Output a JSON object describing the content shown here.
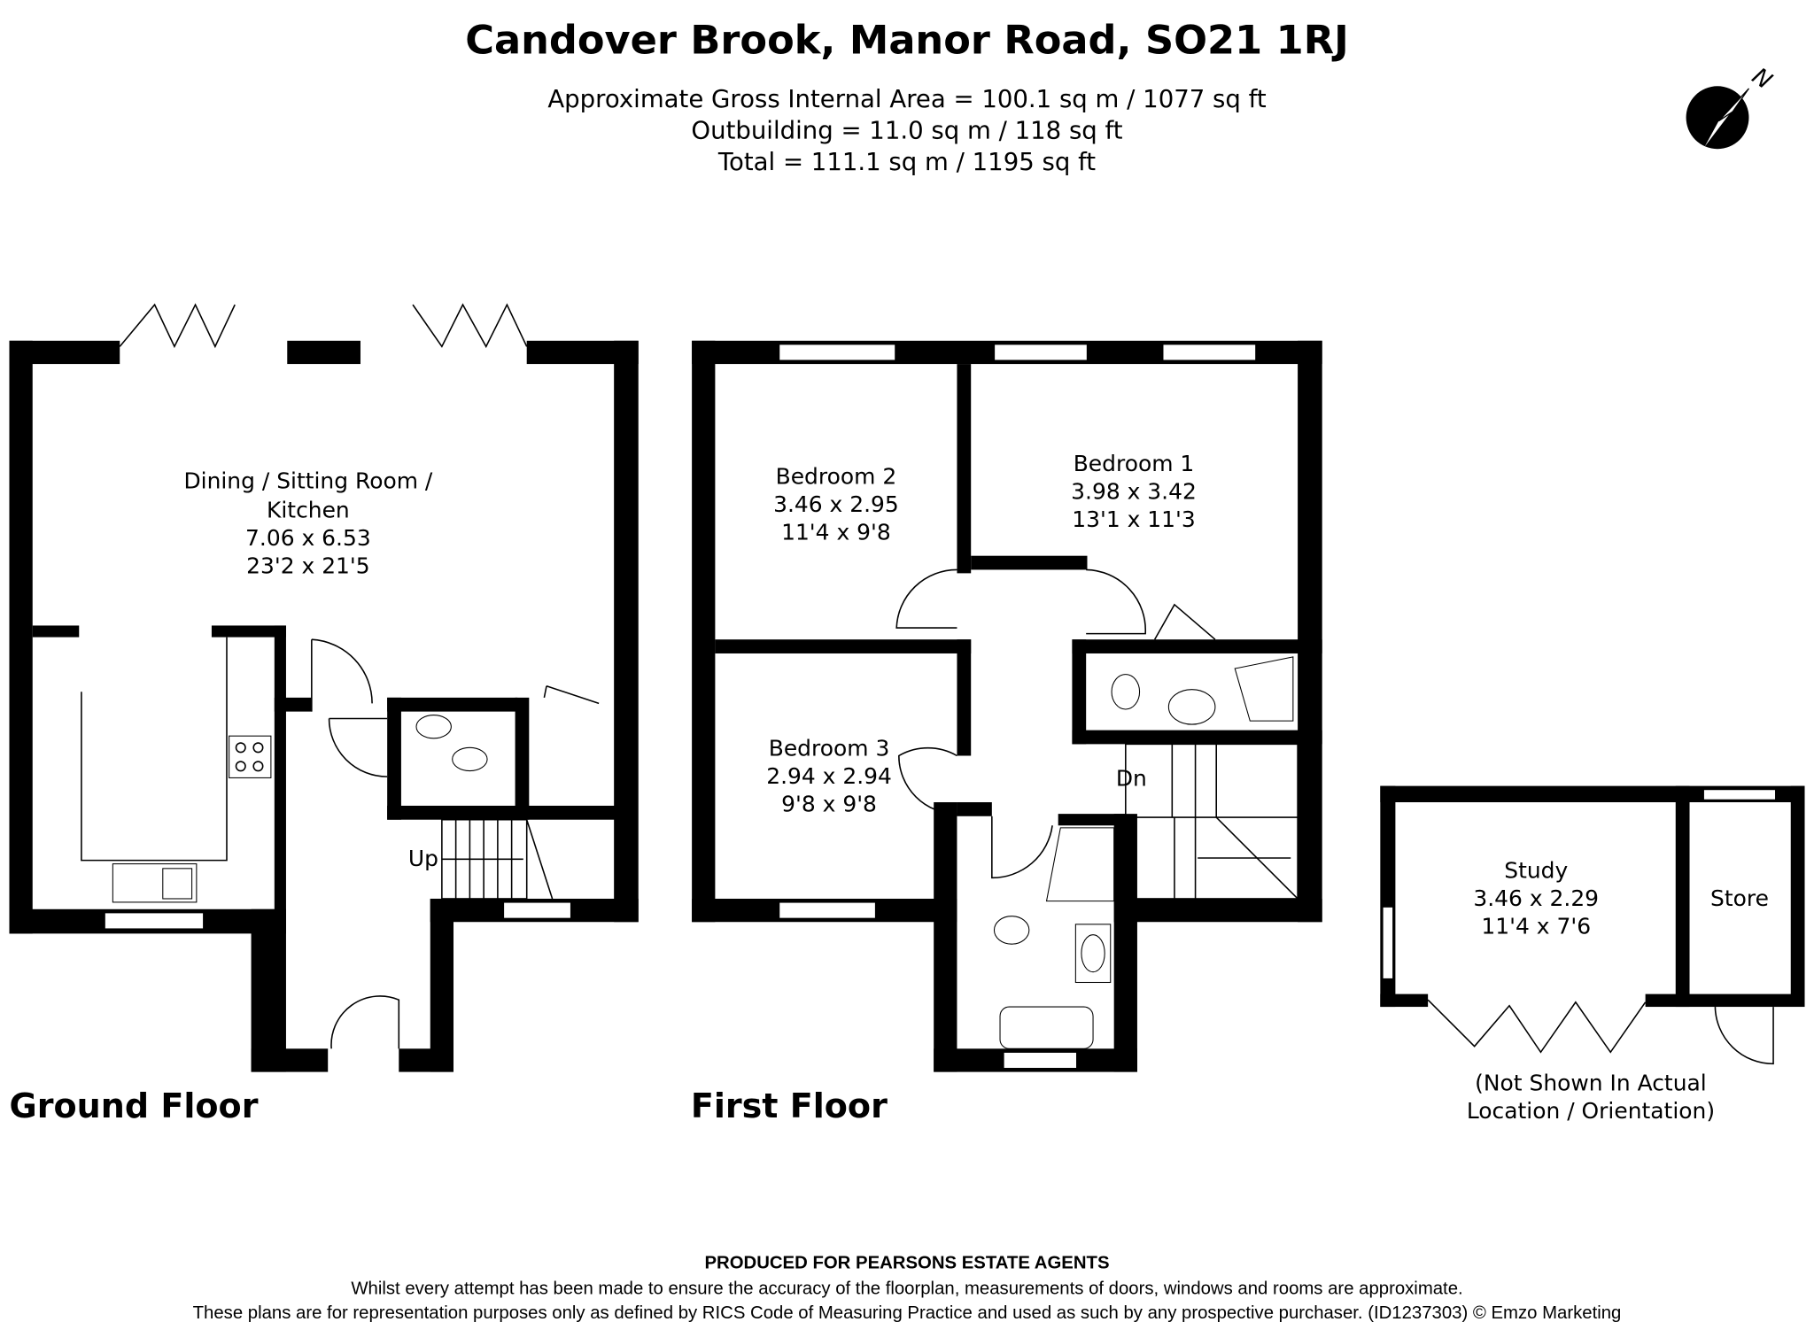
{
  "header": {
    "title": "Candover Brook, Manor Road, SO21 1RJ",
    "area_lines": [
      "Approximate Gross Internal Area = 100.1 sq m / 1077 sq ft",
      "Outbuilding = 11.0 sq m / 118 sq ft",
      "Total = 111.1 sq m / 1195 sq ft"
    ],
    "compass_label": "N"
  },
  "ground_floor": {
    "label": "Ground Floor",
    "rooms": [
      {
        "name_lines": [
          "Dining / Sitting Room /",
          "Kitchen"
        ],
        "metric": "7.06 x 6.53",
        "imperial": "23'2 x 21'5"
      }
    ],
    "stairs_label": "Up"
  },
  "first_floor": {
    "label": "First Floor",
    "rooms": [
      {
        "name": "Bedroom 2",
        "metric": "3.46 x 2.95",
        "imperial": "11'4 x 9'8"
      },
      {
        "name": "Bedroom 1",
        "metric": "3.98 x 3.42",
        "imperial": "13'1 x 11'3"
      },
      {
        "name": "Bedroom 3",
        "metric": "2.94 x 2.94",
        "imperial": "9'8 x 9'8"
      }
    ],
    "stairs_label": "Dn"
  },
  "outbuilding": {
    "rooms": [
      {
        "name": "Study",
        "metric": "3.46 x 2.29",
        "imperial": "11'4 x 7'6"
      },
      {
        "name": "Store"
      }
    ],
    "note_lines": [
      "(Not Shown In Actual",
      "Location / Orientation)"
    ]
  },
  "footer": {
    "produced_for": "PRODUCED FOR PEARSONS ESTATE AGENTS",
    "disclaimer_1": "Whilst every attempt has been made to ensure the accuracy of the floorplan, measurements of doors, windows and rooms are approximate.",
    "disclaimer_2": "These plans are for representation purposes only as defined by RICS Code of Measuring Practice and used as such by any prospective purchaser. (ID1237303) © Emzo Marketing"
  }
}
